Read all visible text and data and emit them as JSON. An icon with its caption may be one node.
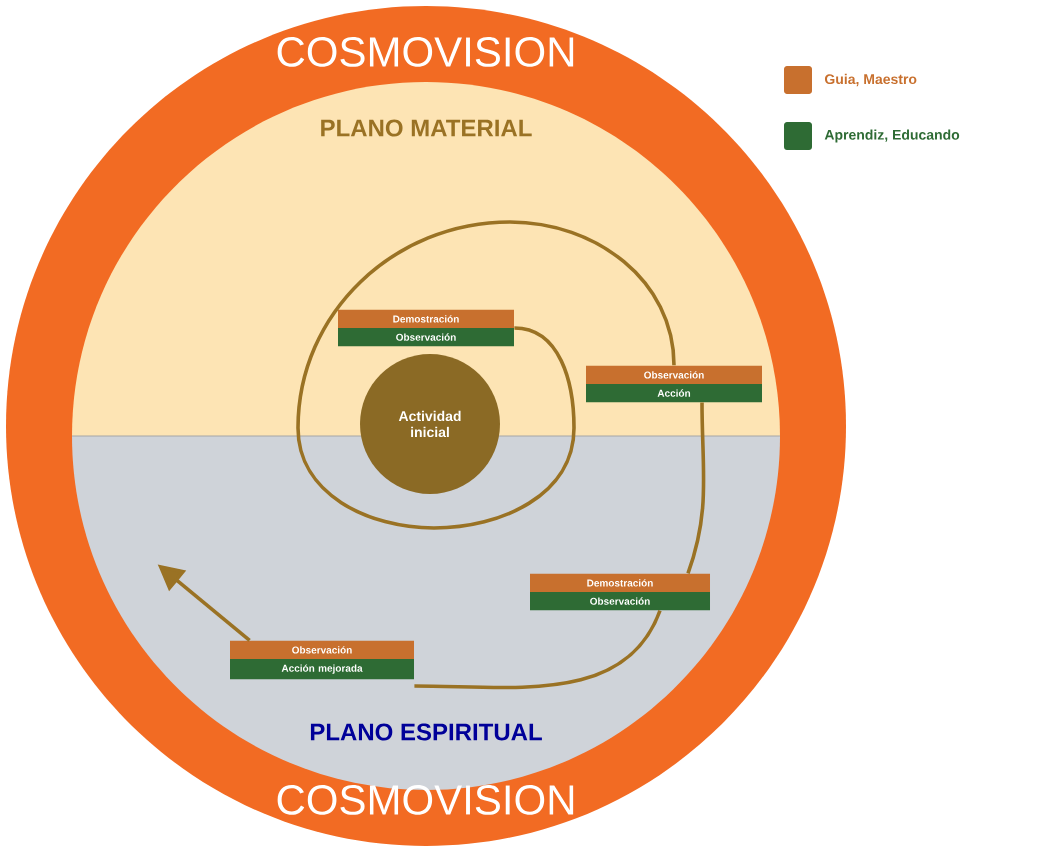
{
  "diagram": {
    "nodes": [
      {
        "text": [
          "Actividad inicial"
        ]
      },
      {
        "text": [
          "Demostración",
          "Observación"
        ]
      },
      {
        "text": [
          "Observación",
          "Acción"
        ]
      },
      {
        "text": [
          "Demostración",
          "Observación"
        ]
      },
      {
        "text": [
          "Observación",
          "Acción mejorada"
        ]
      }
    ],
    "edges": [
      {
        "from": 1,
        "to": 2,
        "arrow": "none"
      },
      {
        "from": 2,
        "to": 3,
        "arrow": "none"
      },
      {
        "from": 3,
        "to": 4,
        "arrow": "none"
      },
      {
        "from": 4,
        "to": null,
        "arrow": "to"
      }
    ],
    "labels": [
      "COSMOVISION",
      "PLANO MATERIAL",
      "PLANO ESPIRITUAL",
      "COSMOVISION"
    ],
    "legend": [
      {
        "text": "Guia, Maestro",
        "color": "#c8702e"
      },
      {
        "text": "Aprendiz, Educando",
        "color": "#2e6b34"
      }
    ]
  }
}
